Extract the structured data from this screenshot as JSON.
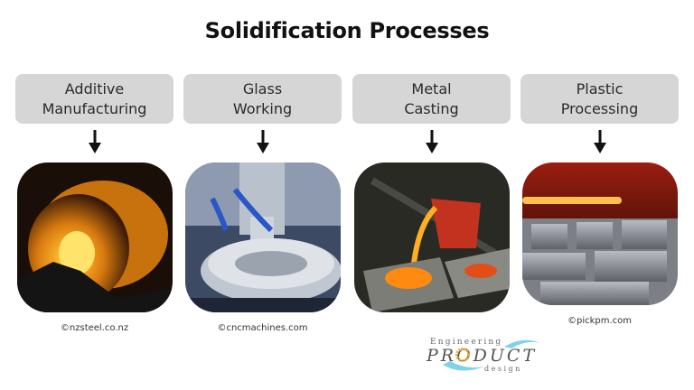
{
  "title": "Solidification Processes",
  "processes": [
    {
      "line1": "Additive",
      "line2": "Manufacturing",
      "credit": "©nzsteel.co.nz",
      "image": "hot-rolled-steel-coil"
    },
    {
      "line1": "Glass",
      "line2": "Working",
      "credit": "©cncmachines.com",
      "image": "cnc-milling-gear"
    },
    {
      "line1": "Metal",
      "line2": "Casting",
      "credit": "",
      "image": "molten-metal-pouring"
    },
    {
      "line1": "Plastic",
      "line2": "Processing",
      "credit": "©pickpm.com",
      "image": "sintered-gears-furnace"
    }
  ],
  "logo": {
    "top": "Engineering",
    "middle": "PRODUCT",
    "bottom": "design"
  },
  "colors": {
    "box": "#d6d6d6",
    "logo_gear": "#e8a93a",
    "logo_swoosh": "#7fd3e6"
  }
}
